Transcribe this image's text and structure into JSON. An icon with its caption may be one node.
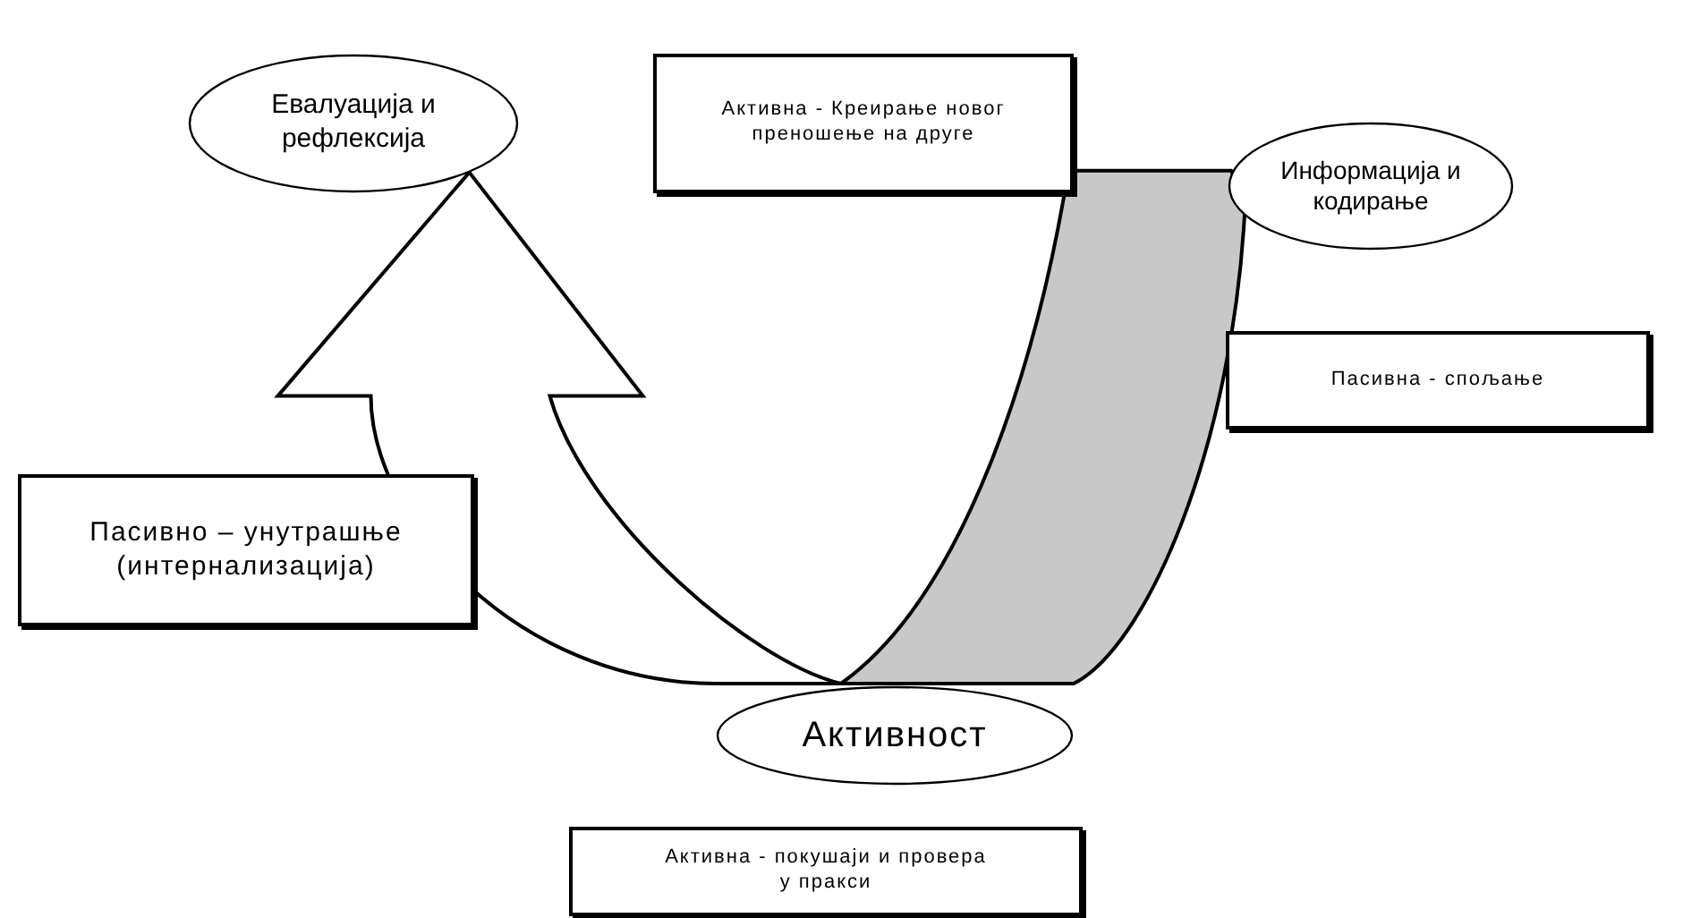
{
  "diagram": {
    "nodes": [
      {
        "text": [
          "Евалуација и рефлексија"
        ]
      },
      {
        "text": [
          "Активна - Креирање новог преношење на друге"
        ]
      },
      {
        "text": [
          "Информација и кодирање"
        ]
      },
      {
        "text": [
          "Пасивна - спољање"
        ]
      },
      {
        "text": [
          "Пасивно – унутрашње (интернализација)"
        ]
      },
      {
        "text": [
          "Активност"
        ]
      },
      {
        "text": [
          "Активна - покушаји и провера у пракси"
        ]
      }
    ],
    "edges": [
      {
        "from": 5,
        "to": 0,
        "arrow": "to",
        "style": "thick"
      },
      {
        "from": 5,
        "to": 2,
        "arrow": "none",
        "style": "thick",
        "color": "#c8c8c8"
      }
    ]
  }
}
